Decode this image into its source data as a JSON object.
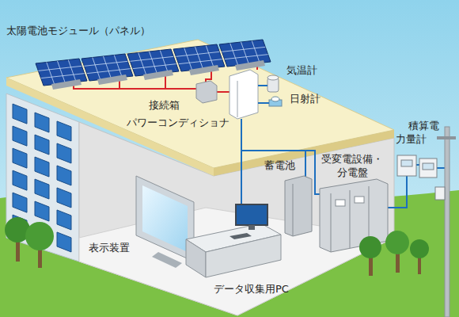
{
  "diagram": {
    "labels": [
      "太陽電池モジュール（パネル）",
      "気温計",
      "接続箱",
      "日射計",
      "パワーコンディショナ",
      "積算電力量計",
      "蓄電池",
      "受変電設備・分電盤",
      "表示装置",
      "データ収集用PC"
    ]
  }
}
